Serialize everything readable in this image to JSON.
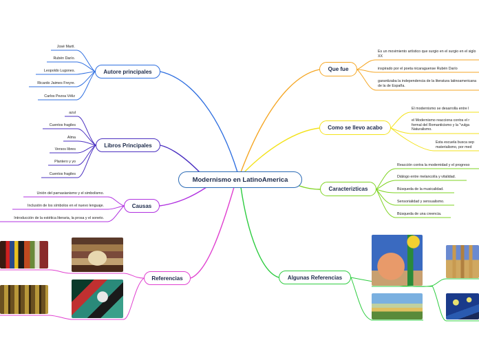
{
  "central": "Modernismo en LatinoAmerica",
  "branches": {
    "que_fue": {
      "title": "Que fue",
      "color": "#f5a623",
      "items": [
        "Es un movimiento artístico que surgio en el surgio en el siglo XX",
        "inspirado por el poeta nicaraguense Rubén Darío",
        "garantizaba la independencia de la literatura latinoamericana de la de España."
      ]
    },
    "como": {
      "title": "Como se llevo acabo",
      "color": "#f3e21a",
      "items": [
        "El modernismo se desarrolla entre l",
        "el Modernismo reacciona contra el r formal del Romanticismo y la \"vulga Naturalismo.",
        "Esta escuela busca sep materialismo, por med"
      ]
    },
    "caracteristicas": {
      "title": "Caracterizticas",
      "color": "#7ed321",
      "items": [
        "Reacción contra la modernidad y el progreso",
        "Diálogo entre melancolía y vitalidad.",
        "Búsqueda de la musicalidad.",
        "Sensorialidad y sensualismo.",
        "Búsqueda de una creencia."
      ]
    },
    "algunas_referencias": {
      "title": "Algunas Referencias",
      "color": "#2ecc40"
    },
    "referencias": {
      "title": "Referencias",
      "color": "#e040d0"
    },
    "causas": {
      "title": "Causas",
      "color": "#b030e0",
      "items": [
        "Unión del parnasianismo y el simbolismo.",
        "Inclusión de los símbolos en el nuevo lenguaje.",
        "Introducción de la estética literaria, la prosa y el soneto."
      ]
    },
    "libros": {
      "title": "Libros Principales",
      "color": "#4a2fc0",
      "items": [
        "azul",
        "Cuentos fragiles",
        "Alma",
        "Versos libres",
        "Plantero y yo",
        "Cuentos fragiles"
      ]
    },
    "autores": {
      "title": "Autore principales",
      "color": "#2f6fe0",
      "items": [
        "José Martí.",
        "Rubén Darío.",
        "Leopoldo Lugones.",
        "Ricardo Jaimes Freyre.",
        "Carlos Pezoa Véliz"
      ]
    }
  }
}
